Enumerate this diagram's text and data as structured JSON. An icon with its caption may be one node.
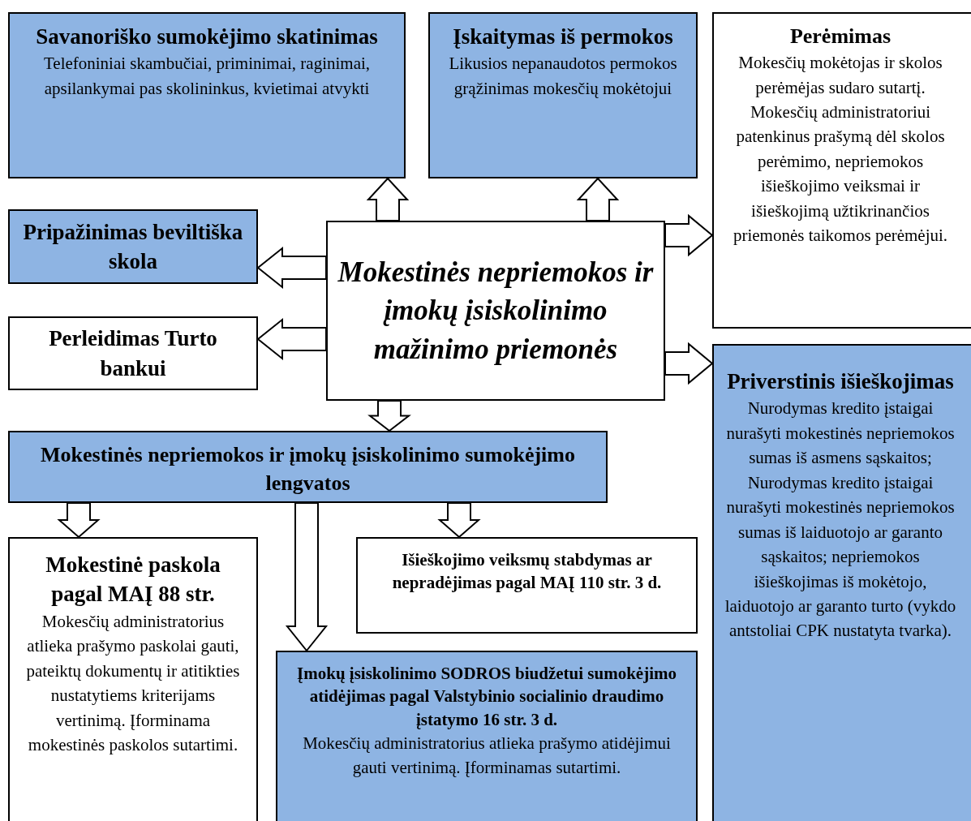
{
  "diagram": {
    "nodes": [
      {
        "text": [
          "Savanoriško sumokėjimo skatinimas",
          "Telefoniniai skambučiai, priminimai, raginimai, apsilankymai pas skolininkus, kvietimai atvykti"
        ]
      },
      {
        "text": [
          "Įskaitymas iš permokos",
          "Likusios nepanaudotos permokos grąžinimas mokesčių mokėtojui"
        ]
      },
      {
        "text": [
          "Perėmimas",
          "Mokesčių mokėtojas ir skolos perėmėjas sudaro sutartį. Mokesčių administratoriui patenkinus prašymą dėl skolos perėmimo, nepriemokos išieškojimo veiksmai ir išieškojimą užtikrinančios priemonės taikomos perėmėjui."
        ]
      },
      {
        "text": [
          "Pripažinimas beviltiška skola"
        ]
      },
      {
        "text": [
          "Mokestinės nepriemokos ir įmokų įsiskolinimo mažinimo priemonės"
        ]
      },
      {
        "text": [
          "Perleidimas Turto bankui"
        ]
      },
      {
        "text": [
          "Priverstinis išieškojimas",
          "Nurodymas kredito įstaigai nurašyti mokestinės nepriemokos sumas iš asmens sąskaitos; Nurodymas kredito įstaigai nurašyti mokestinės nepriemokos sumas iš laiduotojo ar garanto sąskaitos; nepriemokos išieškojimas iš mokėtojo, laiduotojo ar garanto turto (vykdo antstoliai CPK nustatyta tvarka)."
        ]
      },
      {
        "text": [
          "Mokestinės nepriemokos ir įmokų įsiskolinimo sumokėjimo lengvatos"
        ]
      },
      {
        "text": [
          "Mokestinė paskola pagal MAĮ 88 str.",
          "Mokesčių administratorius atlieka prašymo paskolai gauti, pateiktų dokumentų ir atitikties nustatytiems kriterijams vertinimą. Įforminama mokestinės paskolos sutartimi."
        ]
      },
      {
        "text": [
          "Išieškojimo veiksmų stabdymas ar nepradėjimas pagal MAĮ 110 str. 3 d."
        ]
      },
      {
        "text": [
          "Įmokų įsiskolinimo SODROS biudžetui sumokėjimo atidėjimas pagal Valstybinio socialinio draudimo įstatymo 16 str. 3 d.",
          "Mokesčių administratorius atlieka prašymo atidėjimui gauti vertinimą. Įforminamas sutartimi."
        ]
      }
    ],
    "edges": [
      {
        "from": 4,
        "to": 0,
        "arrow": "to"
      },
      {
        "from": 4,
        "to": 1,
        "arrow": "to"
      },
      {
        "from": 4,
        "to": 2,
        "arrow": "to"
      },
      {
        "from": 4,
        "to": 3,
        "arrow": "to"
      },
      {
        "from": 4,
        "to": 5,
        "arrow": "to"
      },
      {
        "from": 4,
        "to": 6,
        "arrow": "to"
      },
      {
        "from": 4,
        "to": 7,
        "arrow": "to"
      },
      {
        "from": 7,
        "to": 8,
        "arrow": "to"
      },
      {
        "from": 7,
        "to": 10,
        "arrow": "to"
      },
      {
        "from": 7,
        "to": 9,
        "arrow": "to"
      }
    ]
  }
}
